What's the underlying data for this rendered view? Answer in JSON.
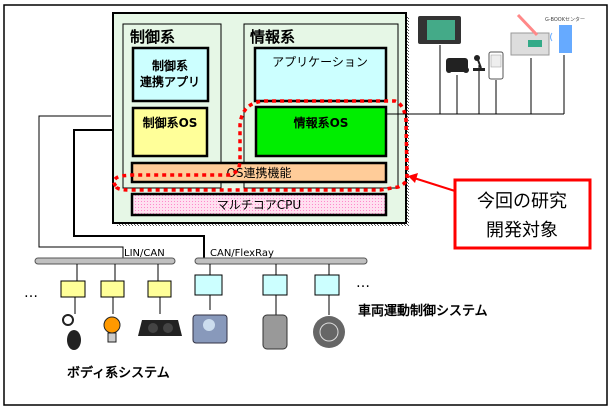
{
  "control_system": {
    "title": "制御系",
    "app_line1": "制御系",
    "app_line2": "連携アプリ",
    "os": "制御系OS"
  },
  "info_system": {
    "title": "情報系",
    "app": "アプリケーション",
    "os": "情報系OS"
  },
  "os_link": "OS連携機能",
  "cpu": "マルチコアCPU",
  "callout": {
    "line1": "今回の研究",
    "line2": "開発対象"
  },
  "buses": {
    "bus1": "LIN/CAN",
    "bus2": "CAN/FlexRay"
  },
  "ellipsis": "…",
  "body_system_label": "ボディ系システム",
  "vehicle_control_label": "車両運動制御システム",
  "center_label": "G-BOOKセンター",
  "colors": {
    "outer_box": "#e6f7e6",
    "app_box": "#ccffff",
    "control_os": "#ffff99",
    "info_os": "#00ee00",
    "os_link": "#ffcc99",
    "cpu": "#ffccee",
    "highlight": "#ff0000",
    "bus": "#c0c0c0"
  }
}
